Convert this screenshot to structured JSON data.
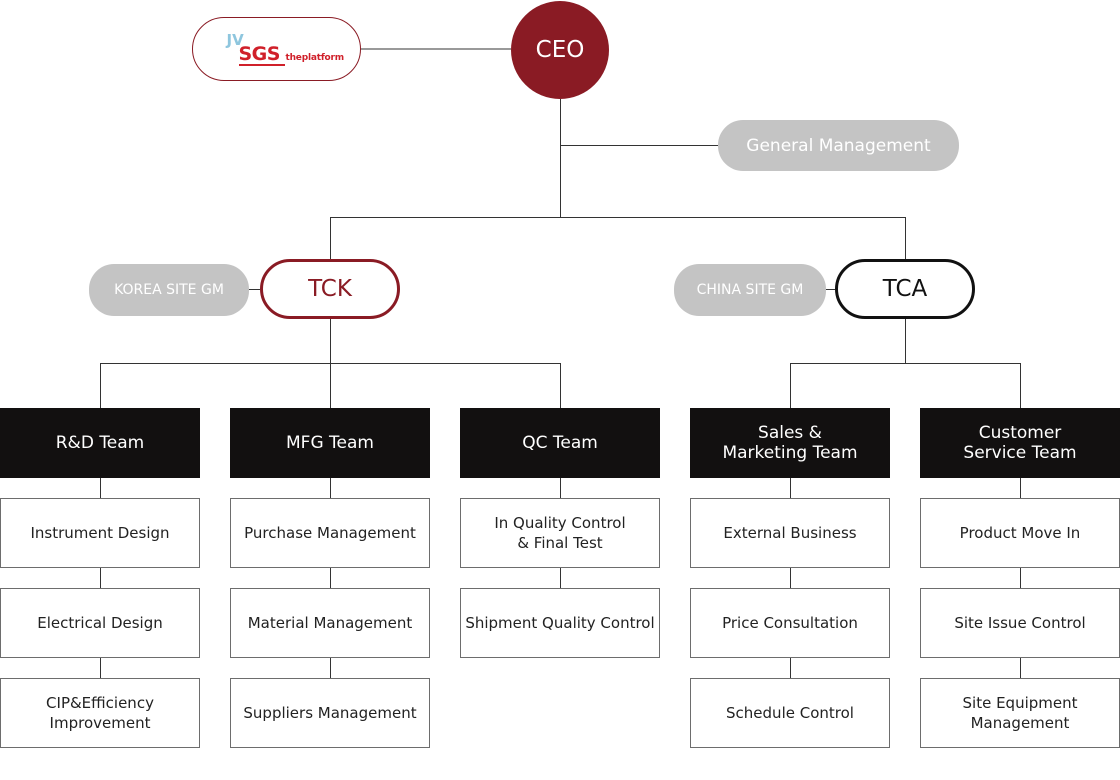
{
  "ceo": {
    "label": "CEO"
  },
  "partner": {
    "logo_jv": "JV",
    "logo_sgs": "SGS",
    "logo_platform": "theplatform"
  },
  "general_management": {
    "label": "General Management"
  },
  "sites": {
    "korea": {
      "gm_label": "KOREA SITE GM",
      "name": "TCK"
    },
    "china": {
      "gm_label": "CHINA SITE GM",
      "name": "TCA"
    }
  },
  "teams": [
    {
      "name": "R&D Team",
      "tasks": [
        "Instrument Design",
        "Electrical Design",
        "CIP&Efficiency\nImprovement"
      ]
    },
    {
      "name": "MFG Team",
      "tasks": [
        "Purchase Management",
        "Material Management",
        "Suppliers Management"
      ]
    },
    {
      "name": "QC Team",
      "tasks": [
        "In Quality Control\n& Final Test",
        "Shipment Quality Control"
      ]
    },
    {
      "name": "Sales &\nMarketing Team",
      "tasks": [
        "External Business",
        "Price Consultation",
        "Schedule Control"
      ]
    },
    {
      "name": "Customer\nService Team",
      "tasks": [
        "Product Move In",
        "Site Issue Control",
        "Site Equipment\nManagement"
      ]
    }
  ],
  "colors": {
    "brand_red": "#8a1b24",
    "team_black": "#121010",
    "pill_gray": "#c4c4c4",
    "logo_red": "#d0202a",
    "logo_blue": "#8ec6de"
  }
}
